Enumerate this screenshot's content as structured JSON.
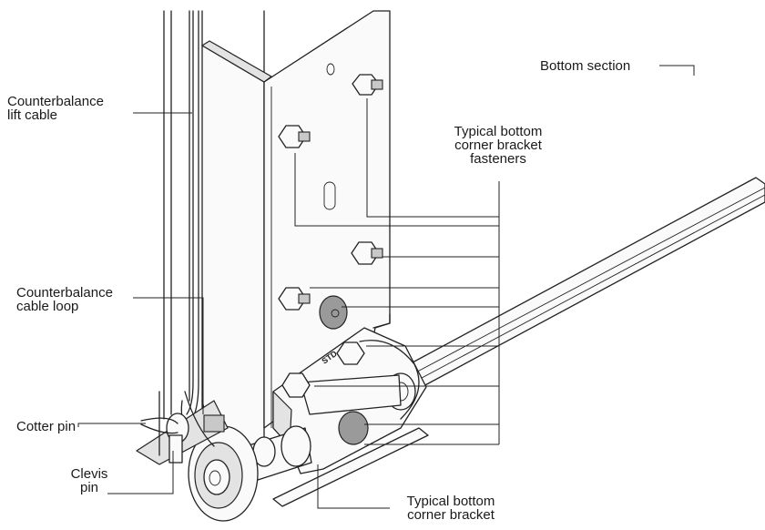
{
  "labels": {
    "bottom_section": "Bottom section",
    "lift_cable": [
      "Counterbalance",
      "lift cable"
    ],
    "fasteners": [
      "Typical bottom",
      "corner bracket",
      "fasteners"
    ],
    "cable_loop": [
      "Counterbalance",
      "cable loop"
    ],
    "cotter_pin": "Cotter pin",
    "clevis_pin": [
      "Clevis",
      "pin"
    ],
    "corner_bracket": [
      "Typical bottom",
      "corner bracket"
    ]
  },
  "bracket_stamp": "STD",
  "colors": {
    "line": "#222222",
    "fill": "#fafafa",
    "shade": "#e3e3e3",
    "dark": "#9a9a9a"
  }
}
